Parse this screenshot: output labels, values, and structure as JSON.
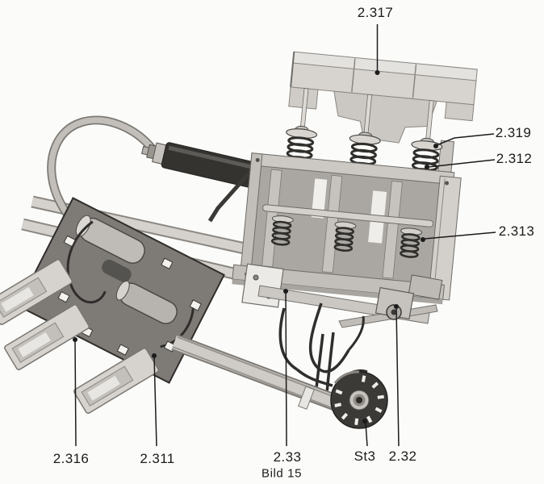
{
  "figure": {
    "caption": "Bild 15"
  },
  "callouts": [
    {
      "label": "2.317"
    },
    {
      "label": "2.319"
    },
    {
      "label": "2.312"
    },
    {
      "label": "2.313"
    },
    {
      "label": "2.316"
    },
    {
      "label": "2.311"
    },
    {
      "label": "2.33"
    },
    {
      "label": "St3"
    },
    {
      "label": "2.32"
    }
  ],
  "colors": {
    "background": "#fbfbf9",
    "ink": "#1b1b1b",
    "metal_light": "#d8d5d0",
    "metal_mid": "#b3b0ab",
    "metal_dark": "#6e6c68",
    "metal_deep": "#35342f"
  }
}
